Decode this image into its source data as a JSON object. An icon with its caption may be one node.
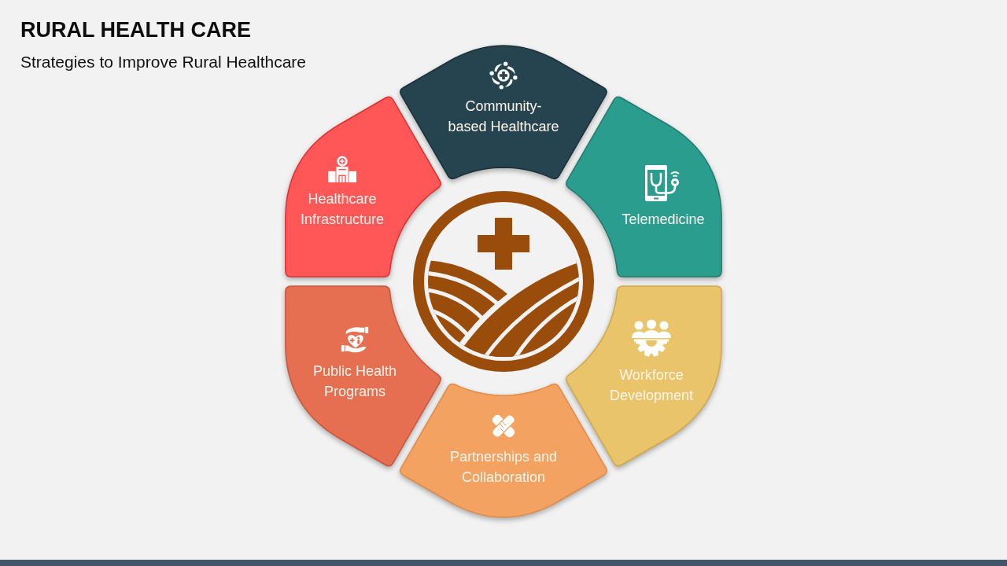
{
  "diagram": {
    "title": "RURAL HEALTH CARE",
    "nodes": [
      {
        "text": [
          "Community-based Healthcare"
        ]
      },
      {
        "text": [
          "Healthcare Infrastructure"
        ]
      },
      {
        "text": [
          "Telemedicine"
        ]
      },
      {
        "text": [
          "Public Health Programs"
        ]
      },
      {
        "text": [
          "Workforce Development"
        ]
      },
      {
        "text": [
          "Partnerships and Collaboration"
        ]
      }
    ],
    "labels": [
      "Strategies to Improve Rural Healthcare"
    ]
  }
}
